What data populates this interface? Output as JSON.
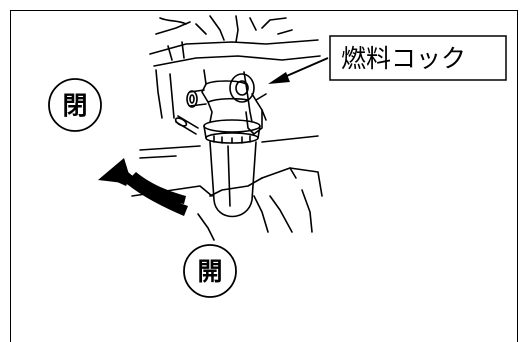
{
  "figure": {
    "callout_label": "燃料コック",
    "closed_label": "閉",
    "open_label": "開"
  }
}
